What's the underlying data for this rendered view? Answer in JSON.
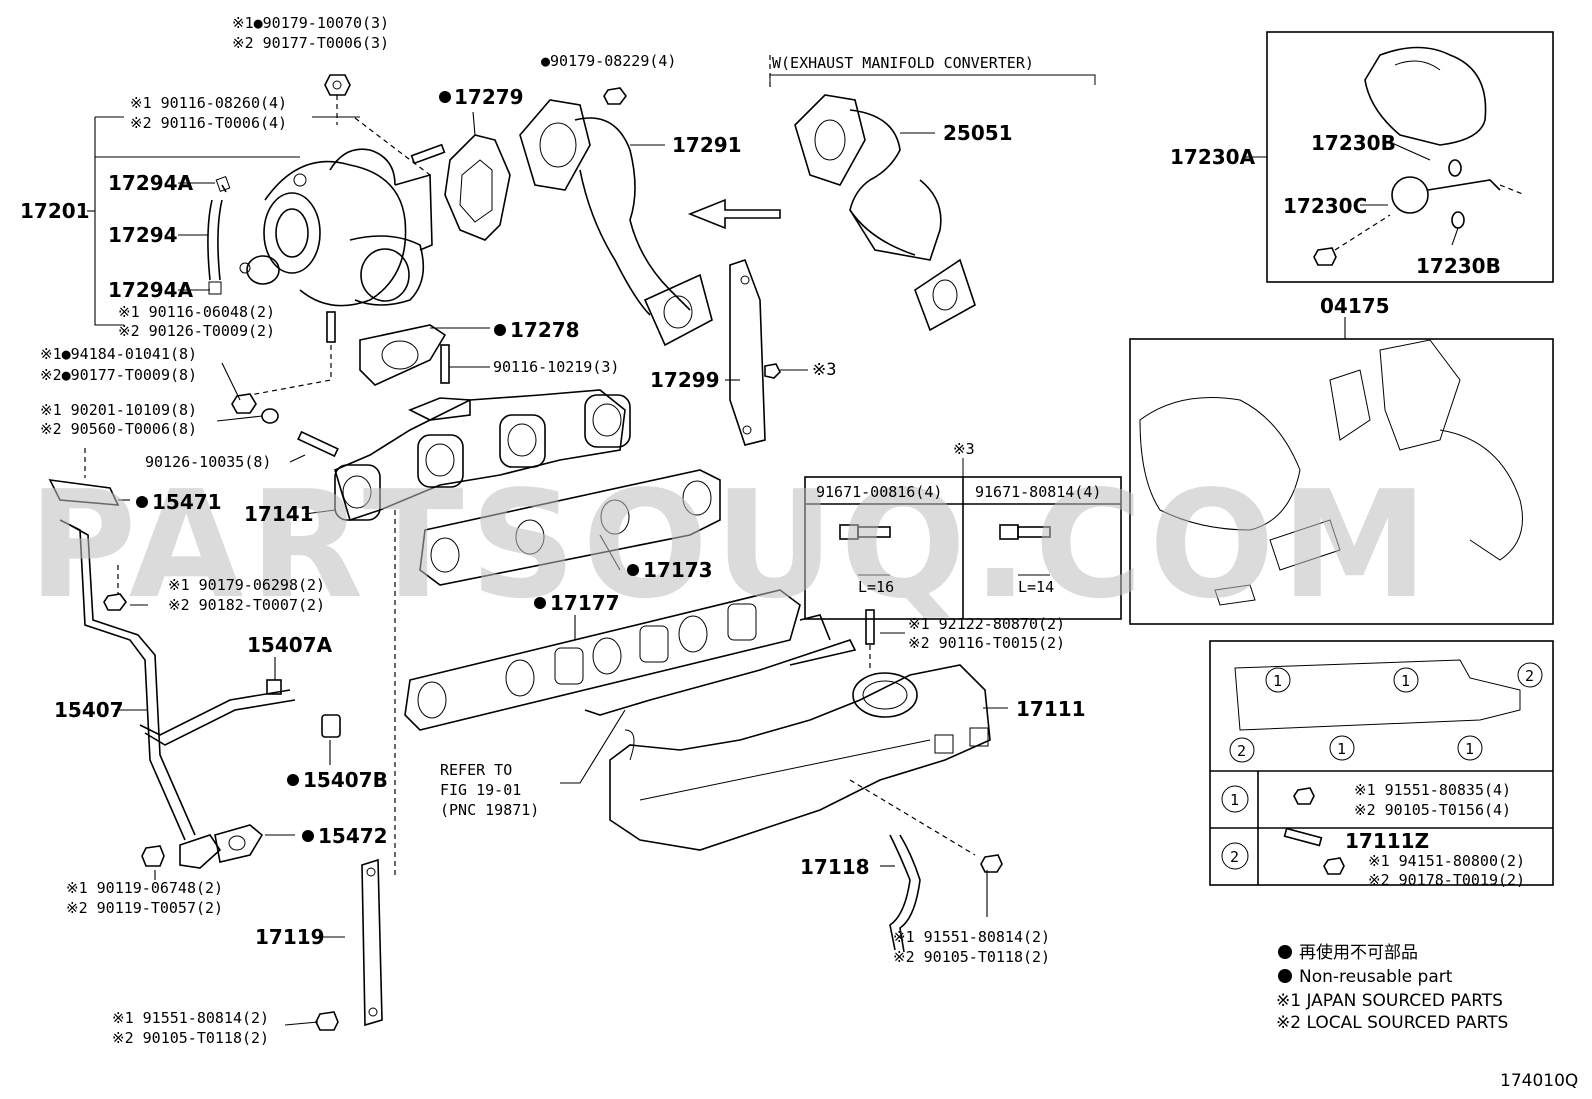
{
  "watermark": "PARTSOUQ.COM",
  "figure_code": "174010Q",
  "section_label": "W(EXHAUST MANIFOLD CONVERTER)",
  "callouts": {
    "c17201": "17201",
    "c17294A_top": "17294A",
    "c17294": "17294",
    "c17294A_bot": "17294A",
    "c17279": "17279",
    "c17291": "17291",
    "c25051": "25051",
    "c17278": "17278",
    "c17299": "17299",
    "c17299_ref": "※3",
    "c15471": "15471",
    "c17141": "17141",
    "c17173": "17173",
    "c17177": "17177",
    "c15407A": "15407A",
    "c15407": "15407",
    "c15407B": "15407B",
    "c15472": "15472",
    "c17111": "17111",
    "c17118": "17118",
    "c17119": "17119",
    "c17230A": "17230A",
    "c17230B_top": "17230B",
    "c17230C": "17230C",
    "c17230B_bot": "17230B",
    "c04175": "04175",
    "c17111Z": "17111Z"
  },
  "notes": {
    "n1a": "※1●90179-10070(3)",
    "n1b": "※2 90177-T0006(3)",
    "n2": "●90179-08229(4)",
    "n3a": "※1 90116-08260(4)",
    "n3b": "※2 90116-T0006(4)",
    "n4a": "※1 90116-06048(2)",
    "n4b": "※2 90126-T0009(2)",
    "n5a": "※1●94184-01041(8)",
    "n5b": "※2●90177-T0009(8)",
    "n6": "90116-10219(3)",
    "n7a": "※1 90201-10109(8)",
    "n7b": "※2 90560-T0006(8)",
    "n8": "90126-10035(8)",
    "n9a": "※1 90179-06298(2)",
    "n9b": "※2 90182-T0007(2)",
    "n10a": "※1 92122-80870(2)",
    "n10b": "※2 90116-T0015(2)",
    "n11a": "※1 90119-06748(2)",
    "n11b": "※2 90119-T0057(2)",
    "n12a": "※1 91551-80814(2)",
    "n12b": "※2 90105-T0118(2)",
    "n13a": "※1 91551-80814(2)",
    "n13b": "※2 90105-T0118(2)",
    "refer1": "REFER TO",
    "refer2": "FIG 19-01",
    "refer3": "(PNC 19871)"
  },
  "ref3_table": {
    "marker": "※3",
    "col1_header": "91671-00816(4)",
    "col2_header": "91671-80814(4)",
    "col1_len": "L=16",
    "col2_len": "L=14"
  },
  "bolt_table": {
    "row1_key": "1",
    "row1_a": "※1 91551-80835(4)",
    "row1_b": "※2 90105-T0156(4)",
    "row2_key": "2",
    "row2_part": "17111Z",
    "row2_a": "※1 94151-80800(2)",
    "row2_b": "※2 90178-T0019(2)",
    "map_markers": [
      "1",
      "1",
      "2",
      "2",
      "1",
      "1"
    ]
  },
  "legend": {
    "jp": "再使用不可部品",
    "en": "Non-reusable part",
    "s1": "※1 JAPAN SOURCED PARTS",
    "s2": "※2 LOCAL SOURCED PARTS"
  }
}
